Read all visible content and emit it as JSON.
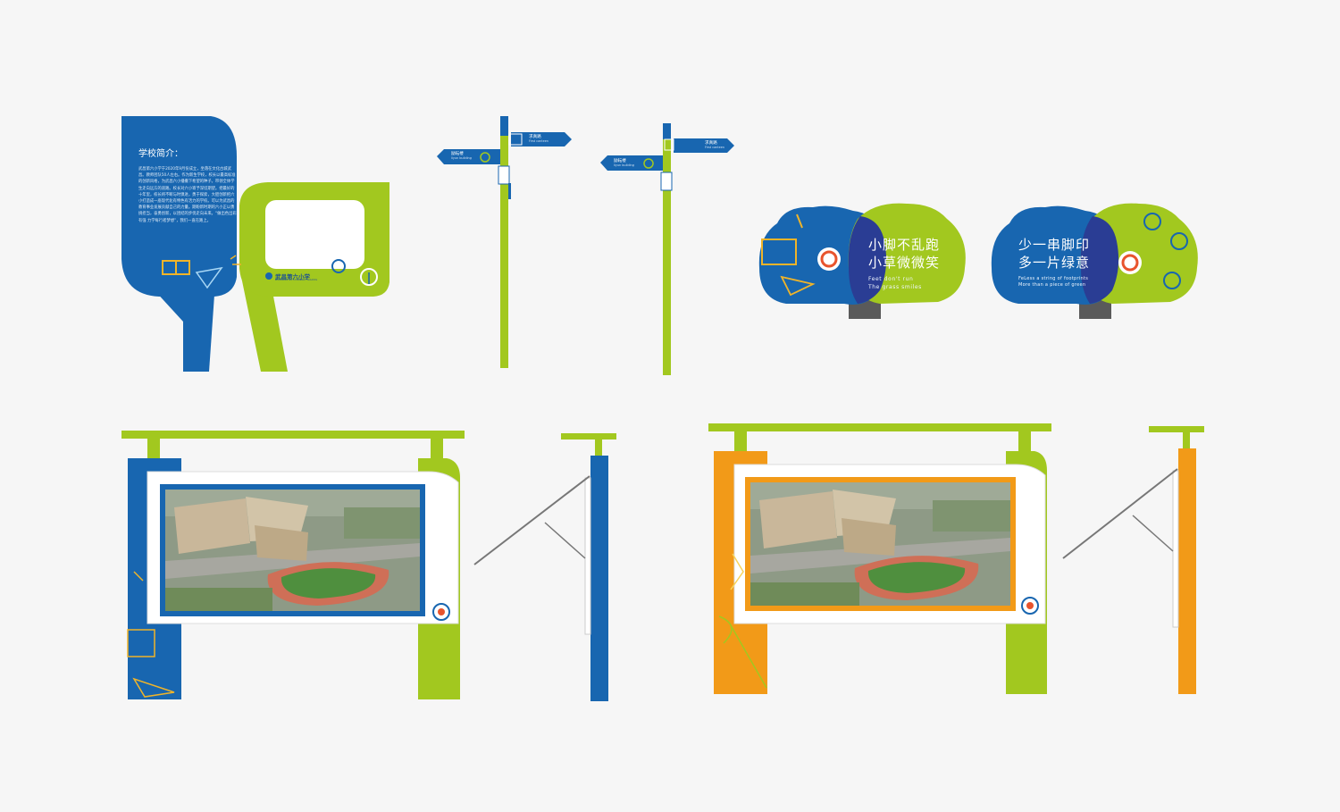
{
  "intro_sign": {
    "title": "学校简介：",
    "body": "武昌第六小学于2020年9月份成立，坐落在文化古城武昌。教师团队50人左右。作为新生学校，校长以最高标准的创新风格，为武昌六小播撒下希望的种子。带领全体学生走向远方的道路。校长对六小寄予深切期望。把最好的十年里，校长将不断与时俱进，勇于探索，大胆创新把六小打造成一座现代化有特色有活力的学校。可以为武昌的教育事业发展贡献自己的力量。期盼新时期的六小正以勇挑担当，奋勇创新，以团结的步伐走向未来。“做出色出彩有强 力学每行者梦想”，我们一直在路上。",
    "school_name": "武昌第六小学",
    "school_subtitle": "WUCHANG NO.6 PRIMARY SCHOOL"
  },
  "signposts": [
    {
      "right_label": "求真路",
      "right_sub": "First canteen",
      "left_label": "励耘楼",
      "left_sub": "liyun building"
    },
    {
      "right_label": "求真路",
      "right_sub": "First canteen",
      "left_label": "励耘楼",
      "left_sub": "liyun building"
    }
  ],
  "slogans": [
    {
      "cn_line1": "小脚不乱跑",
      "cn_line2": "小草微微笑",
      "en_line1": "Feet don't run",
      "en_line2": "The grass smiles"
    },
    {
      "cn_line1": "少一串脚印",
      "cn_line2": "多一片绿意",
      "en_line1": "FeLess a string of footprints",
      "en_line2": "More than a piece of green"
    }
  ],
  "colors": {
    "blue": "#1866b0",
    "green": "#a2c81f",
    "orange": "#f29a18",
    "dark_blue": "#23328c",
    "background": "#f6f6f6"
  }
}
